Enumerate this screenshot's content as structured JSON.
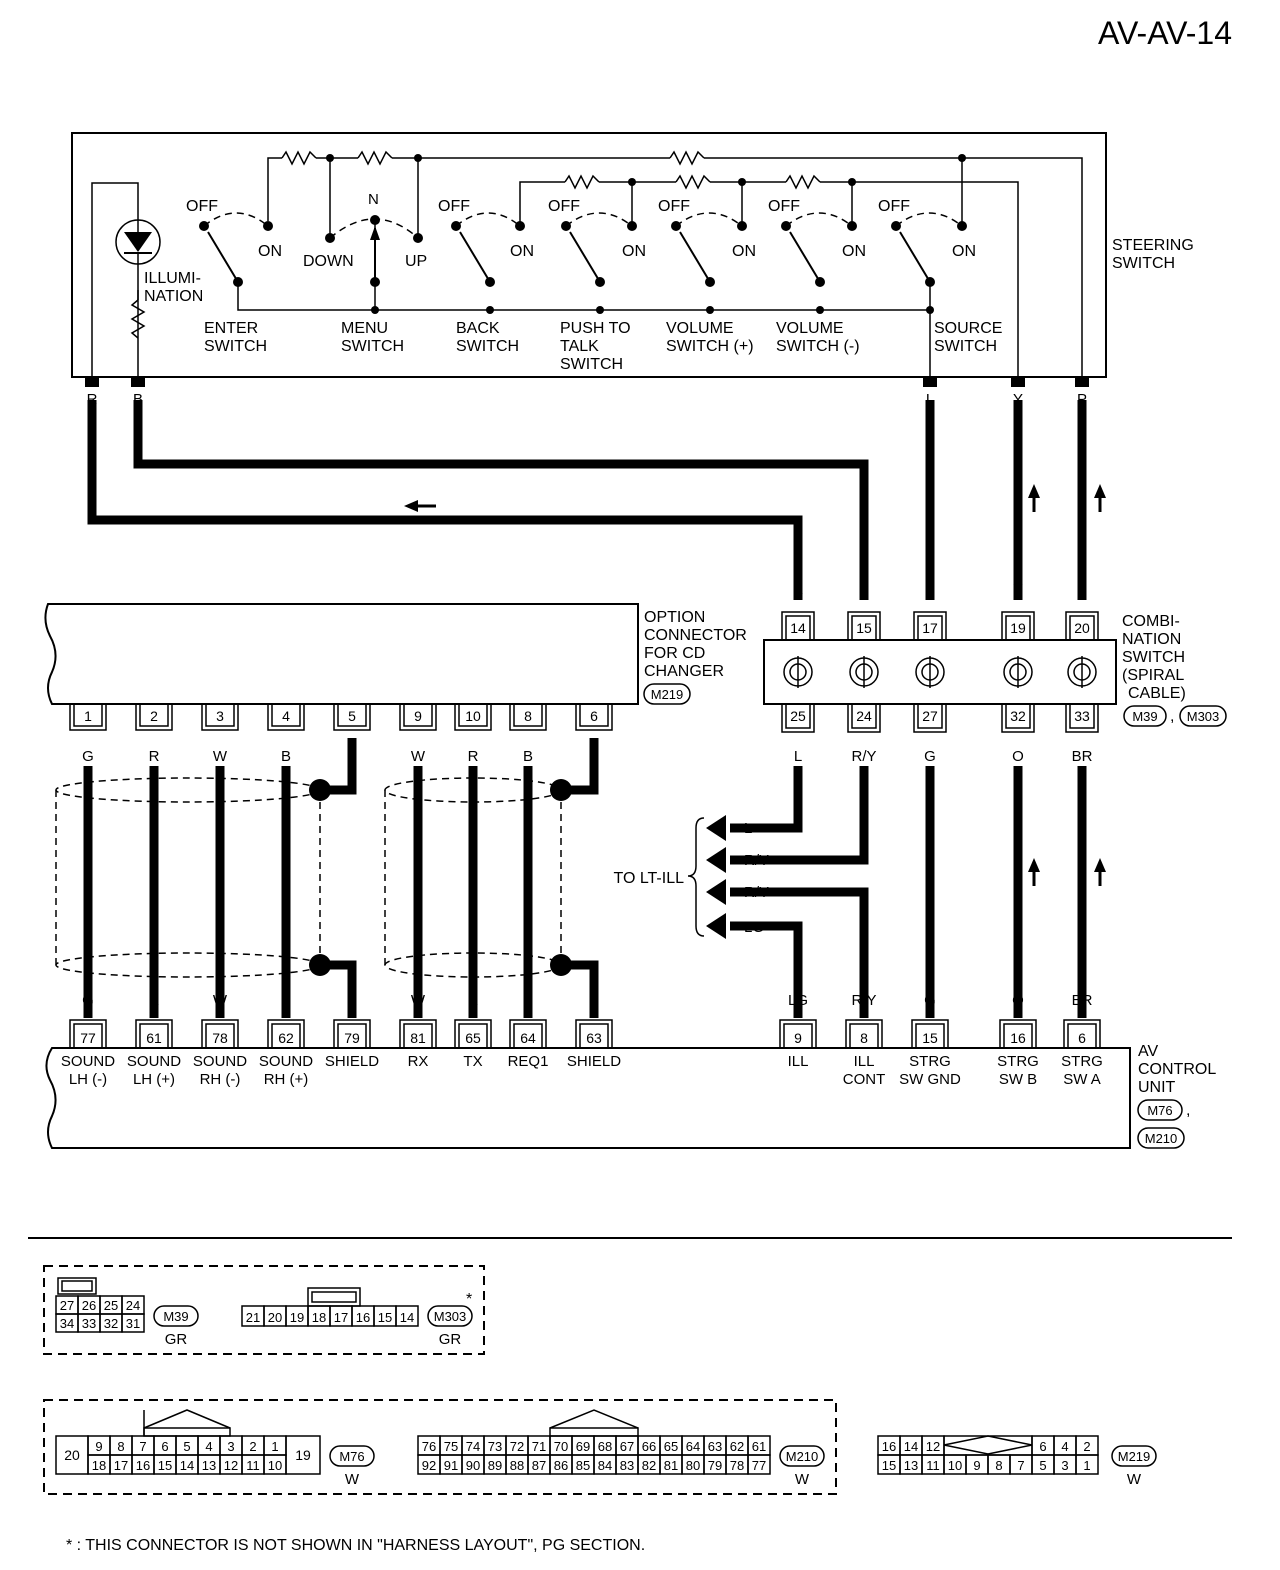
{
  "page_title": "AV-AV-14",
  "steering_switch": {
    "label": [
      "STEERING",
      "SWITCH"
    ],
    "illumination": [
      "ILLUMI-",
      "NATION"
    ],
    "pos_off": "OFF",
    "pos_on": "ON",
    "pos_n": "N",
    "pos_down": "DOWN",
    "pos_up": "UP",
    "switches": [
      {
        "name": [
          "ENTER",
          "SWITCH"
        ]
      },
      {
        "name": [
          "MENU",
          "SWITCH"
        ]
      },
      {
        "name": [
          "BACK",
          "SWITCH"
        ]
      },
      {
        "name": [
          "PUSH TO",
          "TALK",
          "SWITCH"
        ]
      },
      {
        "name": [
          "VOLUME",
          "SWITCH (+)"
        ]
      },
      {
        "name": [
          "VOLUME",
          "SWITCH (-)"
        ]
      },
      {
        "name": [
          "SOURCE",
          "SWITCH"
        ]
      }
    ],
    "terminal_colors": [
      "R",
      "B",
      "L",
      "Y",
      "P"
    ]
  },
  "option_connector": {
    "label": [
      "OPTION",
      "CONNECTOR",
      "FOR CD",
      "CHANGER"
    ],
    "connector_id": "M219",
    "pins": [
      "1",
      "2",
      "3",
      "4",
      "5",
      "9",
      "10",
      "8",
      "6"
    ],
    "colors": [
      "G",
      "R",
      "W",
      "B",
      "W",
      "R",
      "B"
    ]
  },
  "combination_switch": {
    "label": [
      "COMBI-",
      "NATION",
      "SWITCH",
      "(SPIRAL",
      "CABLE)"
    ],
    "connector_ids": [
      "M39",
      "M303"
    ],
    "top_pins": [
      "14",
      "15",
      "17",
      "19",
      "20"
    ],
    "top_colors": [
      "R",
      "B",
      "L",
      "Y",
      "P"
    ],
    "bottom_pins": [
      "25",
      "24",
      "27",
      "32",
      "33"
    ],
    "bottom_colors": [
      "L",
      "R/Y",
      "G",
      "O",
      "BR"
    ]
  },
  "to_lt_ill": {
    "label": "TO LT-ILL",
    "wires": [
      "L",
      "R/Y",
      "R/Y",
      "LG"
    ]
  },
  "av_control_unit": {
    "label": [
      "AV",
      "CONTROL",
      "UNIT"
    ],
    "connector_ids": [
      "M76",
      "M210"
    ],
    "wire_colors": [
      "G",
      "R",
      "W",
      "B",
      "W",
      "R",
      "B",
      "LG",
      "R/Y",
      "G",
      "O",
      "BR"
    ],
    "pins": [
      "77",
      "61",
      "78",
      "62",
      "79",
      "81",
      "65",
      "64",
      "63",
      "9",
      "8",
      "15",
      "16",
      "6"
    ],
    "pin_names": [
      [
        "SOUND",
        "LH (-)"
      ],
      [
        "SOUND",
        "LH (+)"
      ],
      [
        "SOUND",
        "RH (-)"
      ],
      [
        "SOUND",
        "RH (+)"
      ],
      [
        "SHIELD"
      ],
      [
        "RX"
      ],
      [
        "TX"
      ],
      [
        "REQ1"
      ],
      [
        "SHIELD"
      ],
      [
        "ILL"
      ],
      [
        "ILL",
        "CONT"
      ],
      [
        "STRG",
        "SW GND"
      ],
      [
        "STRG",
        "SW B"
      ],
      [
        "STRG",
        "SW A"
      ]
    ]
  },
  "connector_views": {
    "m39": {
      "id": "M39",
      "color": "GR",
      "row1": [
        "27",
        "26",
        "25",
        "24"
      ],
      "row2": [
        "34",
        "33",
        "32",
        "31"
      ]
    },
    "m303": {
      "id": "M303",
      "color": "GR",
      "asterisk": "*",
      "row1": [
        "21",
        "20",
        "19",
        "18",
        "17",
        "16",
        "15",
        "14"
      ]
    },
    "m76": {
      "id": "M76",
      "color": "W",
      "left": "20",
      "right": "19",
      "row1": [
        "9",
        "8",
        "7",
        "6",
        "5",
        "4",
        "3",
        "2",
        "1"
      ],
      "row2": [
        "18",
        "17",
        "16",
        "15",
        "14",
        "13",
        "12",
        "11",
        "10"
      ]
    },
    "m210": {
      "id": "M210",
      "color": "W",
      "row1": [
        "76",
        "75",
        "74",
        "73",
        "72",
        "71",
        "70",
        "69",
        "68",
        "67",
        "66",
        "65",
        "64",
        "63",
        "62",
        "61"
      ],
      "row2": [
        "92",
        "91",
        "90",
        "89",
        "88",
        "87",
        "86",
        "85",
        "84",
        "83",
        "82",
        "81",
        "80",
        "79",
        "78",
        "77"
      ]
    },
    "m219": {
      "id": "M219",
      "color": "W",
      "row1_left": [
        "16",
        "14",
        "12"
      ],
      "row1_right": [
        "6",
        "4",
        "2"
      ],
      "row2": [
        "15",
        "13",
        "11",
        "10",
        "9",
        "8",
        "7",
        "5",
        "3",
        "1"
      ]
    }
  },
  "footnote": "* : THIS CONNECTOR IS NOT SHOWN IN \"HARNESS LAYOUT\", PG SECTION."
}
